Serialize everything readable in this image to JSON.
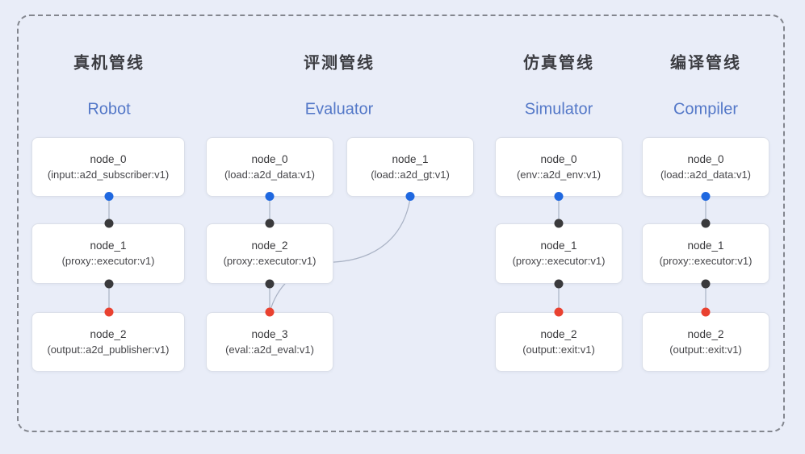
{
  "diagram_title": "pipeline-overview",
  "colors": {
    "background": "#e9edf8",
    "frame_dash": "#83868e",
    "card_fill": "#ffffff",
    "card_border": "#dbdfe9",
    "title_zh": "#3c3d42",
    "title_en": "#5478c8",
    "connector": "#a9b2c4",
    "port_blue": "#1f68e0",
    "port_dark": "#3a3a3c",
    "port_red": "#e94130"
  },
  "pipelines": [
    {
      "title_zh": "真机管线",
      "title_en": "Robot",
      "nodes": [
        {
          "name": "node_0",
          "type": "(input::a2d_subscriber:v1)"
        },
        {
          "name": "node_1",
          "type": "(proxy::executor:v1)"
        },
        {
          "name": "node_2",
          "type": "(output::a2d_publisher:v1)"
        }
      ]
    },
    {
      "title_zh": "评测管线",
      "title_en": "Evaluator",
      "nodes": [
        {
          "name": "node_0",
          "type": "(load::a2d_data:v1)"
        },
        {
          "name": "node_1",
          "type": "(load::a2d_gt:v1)"
        },
        {
          "name": "node_2",
          "type": "(proxy::executor:v1)"
        },
        {
          "name": "node_3",
          "type": "(eval::a2d_eval:v1)"
        }
      ]
    },
    {
      "title_zh": "仿真管线",
      "title_en": "Simulator",
      "nodes": [
        {
          "name": "node_0",
          "type": "(env::a2d_env:v1)"
        },
        {
          "name": "node_1",
          "type": "(proxy::executor:v1)"
        },
        {
          "name": "node_2",
          "type": "(output::exit:v1)"
        }
      ]
    },
    {
      "title_zh": "编译管线",
      "title_en": "Compiler",
      "nodes": [
        {
          "name": "node_0",
          "type": "(load::a2d_data:v1)"
        },
        {
          "name": "node_1",
          "type": "(proxy::executor:v1)"
        },
        {
          "name": "node_2",
          "type": "(output::exit:v1)"
        }
      ]
    }
  ]
}
